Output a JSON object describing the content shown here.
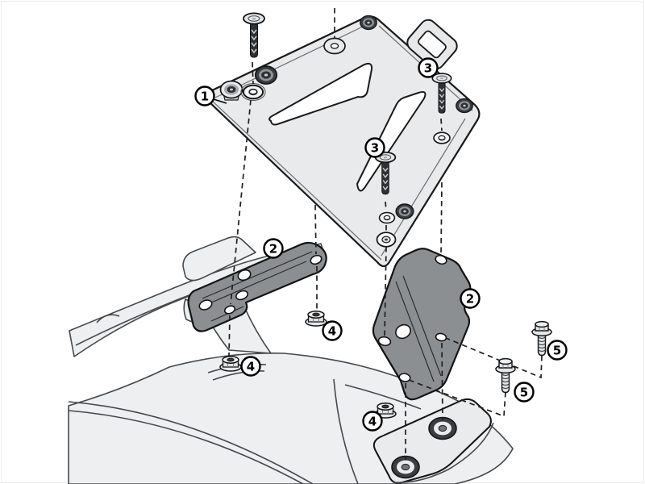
{
  "diagram": {
    "type": "exploded-assembly-instruction",
    "subject": "motorcycle rear rack / top case mounting kit fitted over tail of motorcycle",
    "callouts": [
      {
        "label": "1",
        "part": "rack-plate"
      },
      {
        "label": "2",
        "part": "left-side-bracket"
      },
      {
        "label": "2",
        "part": "right-side-bracket"
      },
      {
        "label": "3",
        "part": "countersunk-screw-top-right"
      },
      {
        "label": "3",
        "part": "countersunk-screw-middle"
      },
      {
        "label": "4",
        "part": "flange-nut-right"
      },
      {
        "label": "4",
        "part": "flange-nut-left"
      },
      {
        "label": "4",
        "part": "flange-nut-bottom"
      },
      {
        "label": "5",
        "part": "flange-bolt-upper"
      },
      {
        "label": "5",
        "part": "flange-bolt-lower"
      }
    ],
    "colors": {
      "background": "#ffffff",
      "outline": "#1a1a1a",
      "plate_fill": "#e8eaec",
      "bracket_fill": "#8b8f92",
      "bike_fill": "#edeff1",
      "hardware_dark": "#2f3234",
      "callout_fill": "#ffffff",
      "callout_text": "#000000"
    }
  }
}
